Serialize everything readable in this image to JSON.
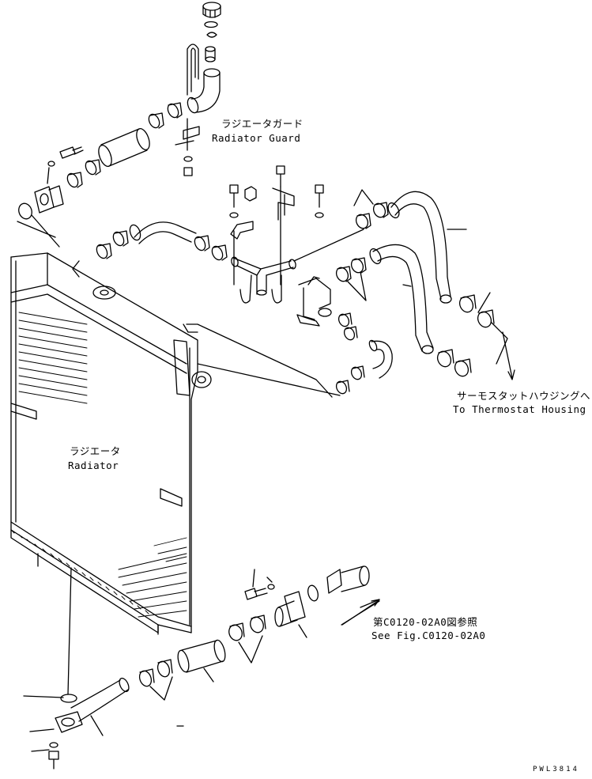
{
  "labels": {
    "radiator_guard_jp": "ラジエータガード",
    "radiator_guard_en": "Radiator Guard",
    "radiator_jp": "ラジエータ",
    "radiator_en": "Radiator",
    "thermostat_jp": "サーモスタットハウジングへ",
    "thermostat_en": "To Thermostat Housing",
    "see_fig_jp": "第C0120-02A0図参照",
    "see_fig_en": "See Fig.C0120-02A0"
  },
  "drawing_code": "PWL3814",
  "colors": {
    "line": "#000000",
    "background": "#ffffff"
  }
}
